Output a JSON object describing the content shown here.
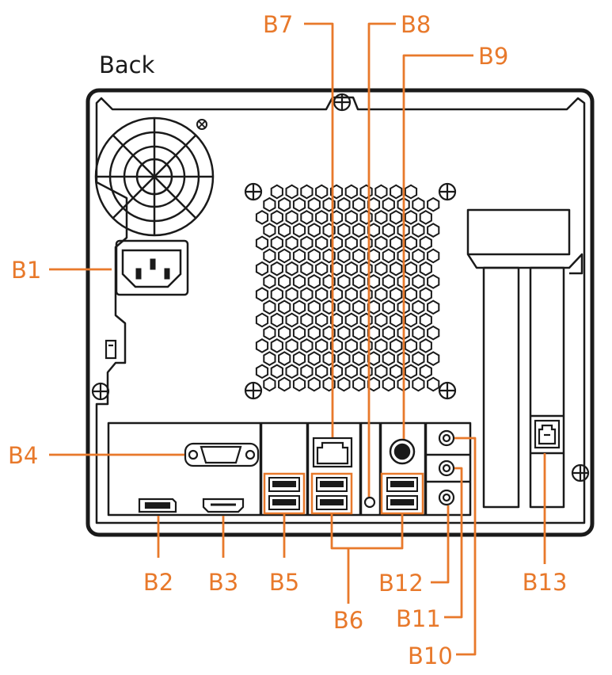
{
  "diagram": {
    "title": "Back",
    "colors": {
      "outline": "#1a1a1a",
      "callout": "#e8792b",
      "background": "#ffffff"
    },
    "callouts": {
      "b1": "B1",
      "b2": "B2",
      "b3": "B3",
      "b4": "B4",
      "b5": "B5",
      "b6": "B6",
      "b7": "B7",
      "b8": "B8",
      "b9": "B9",
      "b10": "B10",
      "b11": "B11",
      "b12": "B12",
      "b13": "B13"
    }
  }
}
